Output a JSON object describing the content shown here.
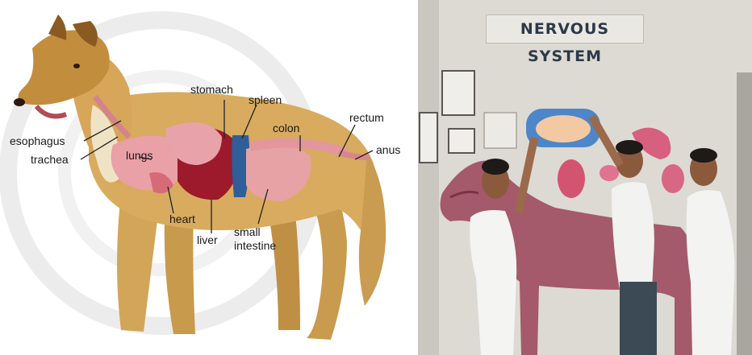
{
  "left_panel": {
    "labels": {
      "stomach": "stomach",
      "spleen": "spleen",
      "rectum": "rectum",
      "colon": "colon",
      "esophagus": "esophagus",
      "trachea": "trachea",
      "lungs": "lungs",
      "anus": "anus",
      "heart": "heart",
      "liver": "liver",
      "small_intestine": "small intestine"
    }
  },
  "right_panel": {
    "banner": "NERVOUS SYSTEM"
  }
}
